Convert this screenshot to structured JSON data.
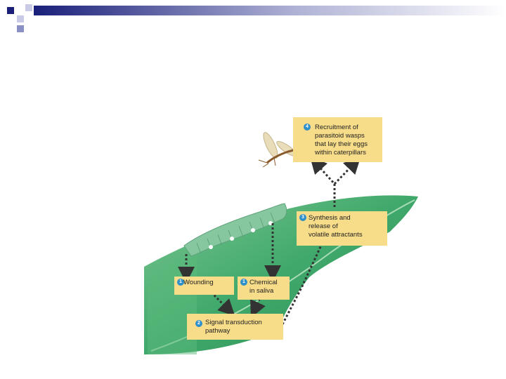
{
  "colors": {
    "banner_dark": "#1a1f7a",
    "banner_light": "#ffffff",
    "box_fill": "#f7dc8a",
    "step_badge": "#2e8fc9",
    "leaf": "#3fa86a",
    "caterpillar": "#86c7a0",
    "arrow": "#333333"
  },
  "steps": {
    "recruitment": {
      "number": "4",
      "text": "Recruitment of\nparasitoid wasps\nthat lay their eggs\nwithin caterpillars"
    },
    "synthesis": {
      "number": "3",
      "text": "Synthesis and\nrelease of\nvolatile attractants"
    },
    "wounding": {
      "number": "1",
      "text": "Wounding"
    },
    "chemical": {
      "number": "1",
      "text": "Chemical\nin saliva"
    },
    "signal": {
      "number": "2",
      "text": "Signal transduction\npathway"
    }
  }
}
